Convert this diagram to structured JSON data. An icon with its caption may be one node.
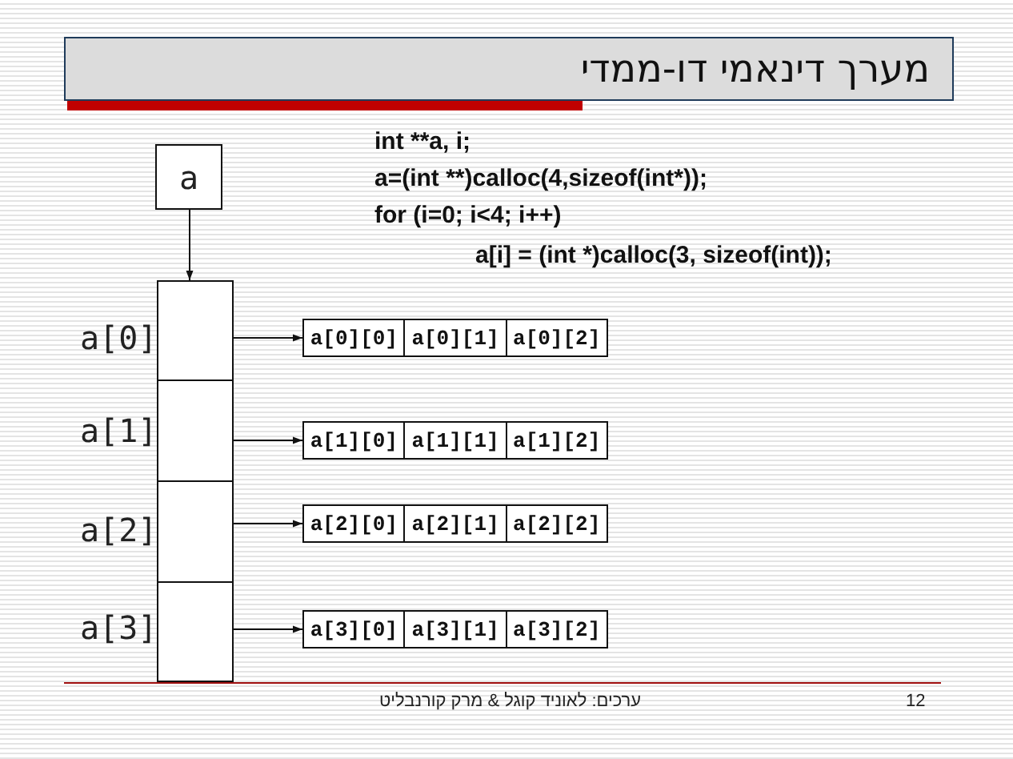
{
  "diagram": {
    "title": "מערך דינאמי דו-ממדי",
    "nodes": [
      {
        "text": [
          "a"
        ]
      },
      {
        "text": [],
        "shape": "box",
        "beside": [
          "a[0]"
        ]
      },
      {
        "text": [],
        "shape": "box",
        "beside": [
          "a[1]"
        ]
      },
      {
        "text": [],
        "shape": "box",
        "beside": [
          "a[2]"
        ]
      },
      {
        "text": [],
        "shape": "box",
        "beside": [
          "a[3]"
        ]
      },
      {
        "text": [],
        "shape": "box"
      },
      {
        "text": [
          "a[0][0]"
        ],
        "in": 5
      },
      {
        "text": [
          "a[0][1]"
        ],
        "in": 5
      },
      {
        "text": [
          "a[0][2]"
        ],
        "in": 5
      },
      {
        "text": [],
        "shape": "box"
      },
      {
        "text": [
          "a[1][0]"
        ],
        "in": 9
      },
      {
        "text": [
          "a[1][1]"
        ],
        "in": 9
      },
      {
        "text": [
          "a[1][2]"
        ],
        "in": 9
      },
      {
        "text": [],
        "shape": "box"
      },
      {
        "text": [
          "a[2][0]"
        ],
        "in": 13
      },
      {
        "text": [
          "a[2][1]"
        ],
        "in": 13
      },
      {
        "text": [
          "a[2][2]"
        ],
        "in": 13
      },
      {
        "text": [],
        "shape": "box"
      },
      {
        "text": [
          "a[3][0]"
        ],
        "in": 17
      },
      {
        "text": [
          "a[3][1]"
        ],
        "in": 17
      },
      {
        "text": [
          "a[3][2]"
        ],
        "in": 17
      }
    ],
    "edges": [
      {
        "from": 0,
        "to": 1,
        "arrow": "to"
      },
      {
        "from": 1,
        "to": 5,
        "arrow": "to"
      },
      {
        "from": 2,
        "to": 9,
        "arrow": "to"
      },
      {
        "from": 3,
        "to": 13,
        "arrow": "to"
      },
      {
        "from": 4,
        "to": 17,
        "arrow": "to"
      }
    ],
    "labels": [
      "int **a, i;",
      "a=(int **)calloc(4,sizeof(int*));",
      "for (i=0; i<4; i++)",
      "a[i] = (int *)calloc(3, sizeof(int));",
      "ערכים: לאוניד קוגל & מרק קורנבליט",
      "12"
    ]
  }
}
